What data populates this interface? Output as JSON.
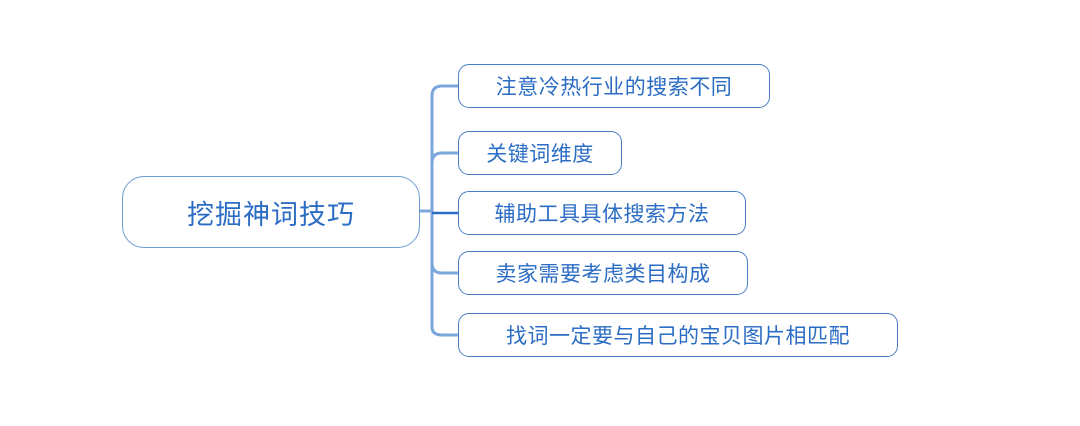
{
  "diagram": {
    "type": "mind-map",
    "background_color": "#ffffff",
    "node_border_color": "#4a7ec4",
    "node_text_color": "#2b6cc4",
    "connector_color_spine": "#7ba7dd",
    "connector_color_branch": "#2b6cc4",
    "root": {
      "label": "挖掘神词技巧"
    },
    "children": [
      {
        "label": "注意冷热行业的搜索不同"
      },
      {
        "label": "关键词维度"
      },
      {
        "label": "辅助工具具体搜索方法"
      },
      {
        "label": "卖家需要考虑类目构成"
      },
      {
        "label": "找词一定要与自己的宝贝图片相匹配"
      }
    ]
  }
}
